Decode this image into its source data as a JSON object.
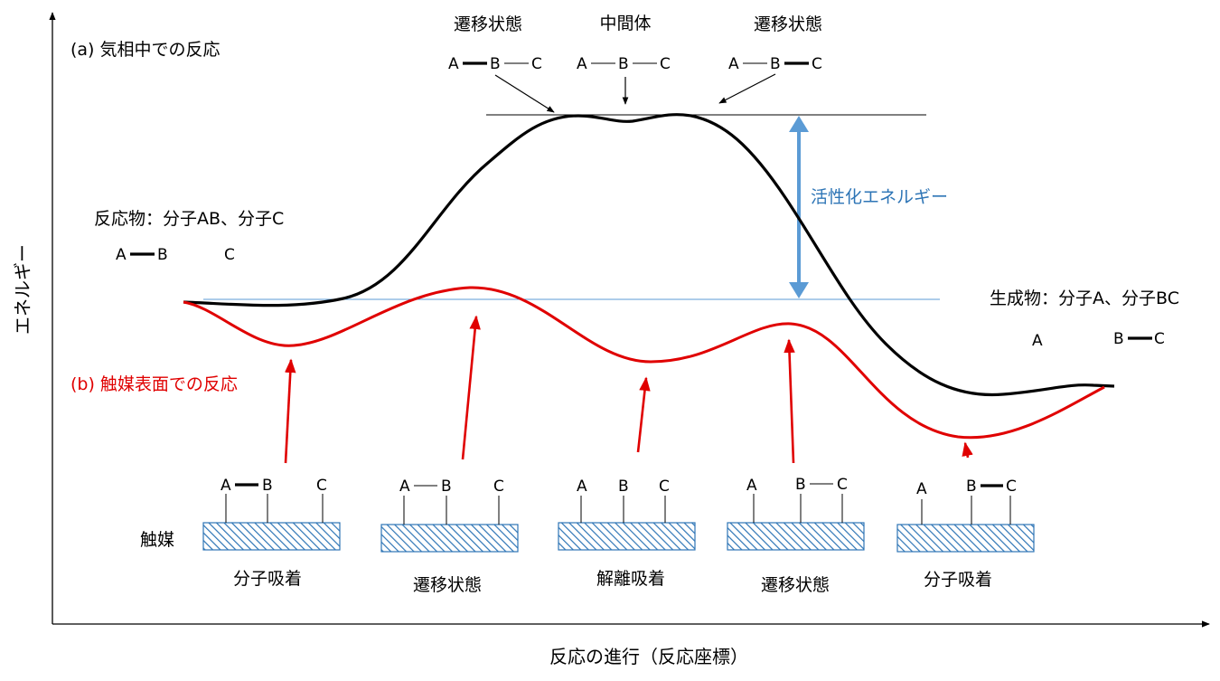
{
  "axes": {
    "y_label": "エネルギー",
    "x_label": "反応の進行（反応座標）"
  },
  "gas_phase": {
    "title": "(a) 気相中での反応",
    "reactants_label": "反応物：分子AB、分子C",
    "products_label": "生成物：分子A、分子BC",
    "activation_energy_label": "活性化エネルギー",
    "top_states": [
      {
        "label": "遷移状態",
        "atoms": [
          "A",
          "B",
          "C"
        ]
      },
      {
        "label": "中間体",
        "atoms": [
          "A",
          "B",
          "C"
        ]
      },
      {
        "label": "遷移状態",
        "atoms": [
          "A",
          "B",
          "C"
        ]
      }
    ],
    "reactant_atoms": [
      "A",
      "B",
      "C"
    ],
    "product_atoms": [
      "A",
      "B",
      "C"
    ]
  },
  "catalytic": {
    "title": "(b) 触媒表面での反応",
    "catalyst_label": "触媒",
    "steps": [
      {
        "label": "分子吸着",
        "atoms": [
          "A",
          "B",
          "C"
        ]
      },
      {
        "label": "遷移状態",
        "atoms": [
          "A",
          "B",
          "C"
        ]
      },
      {
        "label": "解離吸着",
        "atoms": [
          "A",
          "B",
          "C"
        ]
      },
      {
        "label": "遷移状態",
        "atoms": [
          "A",
          "B",
          "C"
        ]
      },
      {
        "label": "分子吸着",
        "atoms": [
          "A",
          "B",
          "C"
        ]
      }
    ]
  },
  "colors": {
    "gas_curve": "#000000",
    "catalytic_curve": "#e00000",
    "activation_arrow": "#5b9bd5",
    "activation_text": "#2e75b6",
    "reference_line": "#5b9bd5",
    "catalyst_hatch": "#2e75b6"
  }
}
